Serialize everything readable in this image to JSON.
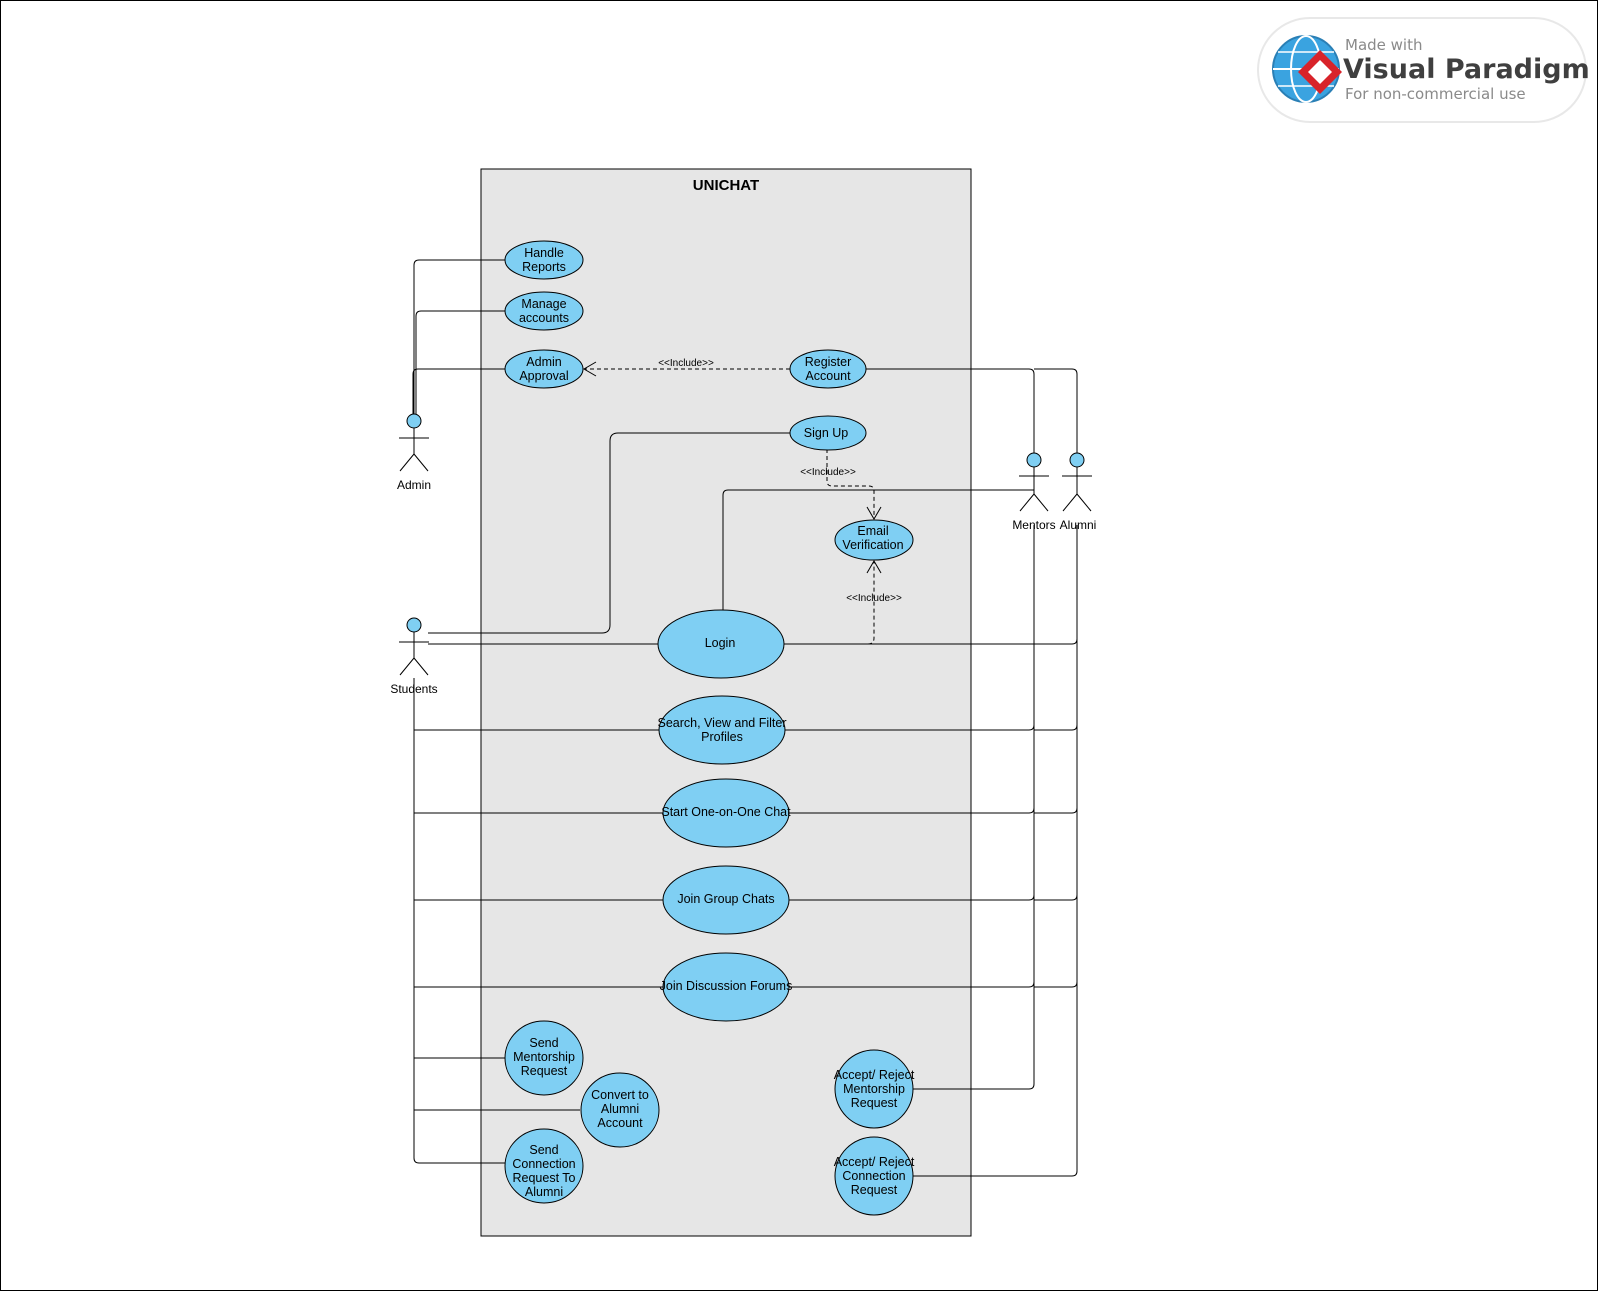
{
  "diagram": {
    "system_title": "UNICHAT",
    "actors": {
      "admin": "Admin",
      "students": "Students",
      "mentors": "Mentors",
      "alumni": "Alumni"
    },
    "use_cases": {
      "handle_reports": [
        "Handle",
        "Reports"
      ],
      "manage_accounts": [
        "Manage",
        "accounts"
      ],
      "admin_approval": [
        "Admin",
        "Approval"
      ],
      "register_account": [
        "Register",
        "Account"
      ],
      "sign_up": [
        "Sign Up"
      ],
      "email_verification": [
        "Email",
        "Verification"
      ],
      "login": [
        "Login"
      ],
      "search_profiles": [
        "Search, View and Filter",
        "Profiles"
      ],
      "one_on_one_chat": [
        "Start One-on-One Chat"
      ],
      "group_chats": [
        "Join Group Chats"
      ],
      "discussion_forums": [
        "Join Discussion Forums"
      ],
      "send_mentorship": [
        "Send",
        "Mentorship",
        "Request"
      ],
      "convert_alumni": [
        "Convert to",
        "Alumni",
        "Account"
      ],
      "send_connection": [
        "Send",
        "Connection",
        "Request To",
        "Alumni"
      ],
      "accept_mentorship": [
        "Accept/ Reject",
        "Mentorship",
        "Request"
      ],
      "accept_connection": [
        "Accept/ Reject",
        "Connection",
        "Request"
      ]
    },
    "include_labels": {
      "register_to_approval": "<<Include>>",
      "signup_to_email": "<<Include>>",
      "login_to_email": "<<Include>>"
    },
    "colors": {
      "use_case_fill": "#7fcff3",
      "system_fill": "#e6e6e6",
      "line": "#000000"
    }
  },
  "watermark": {
    "made_with": "Made with",
    "brand": "Visual Paradigm",
    "note": "For non-commercial use"
  }
}
